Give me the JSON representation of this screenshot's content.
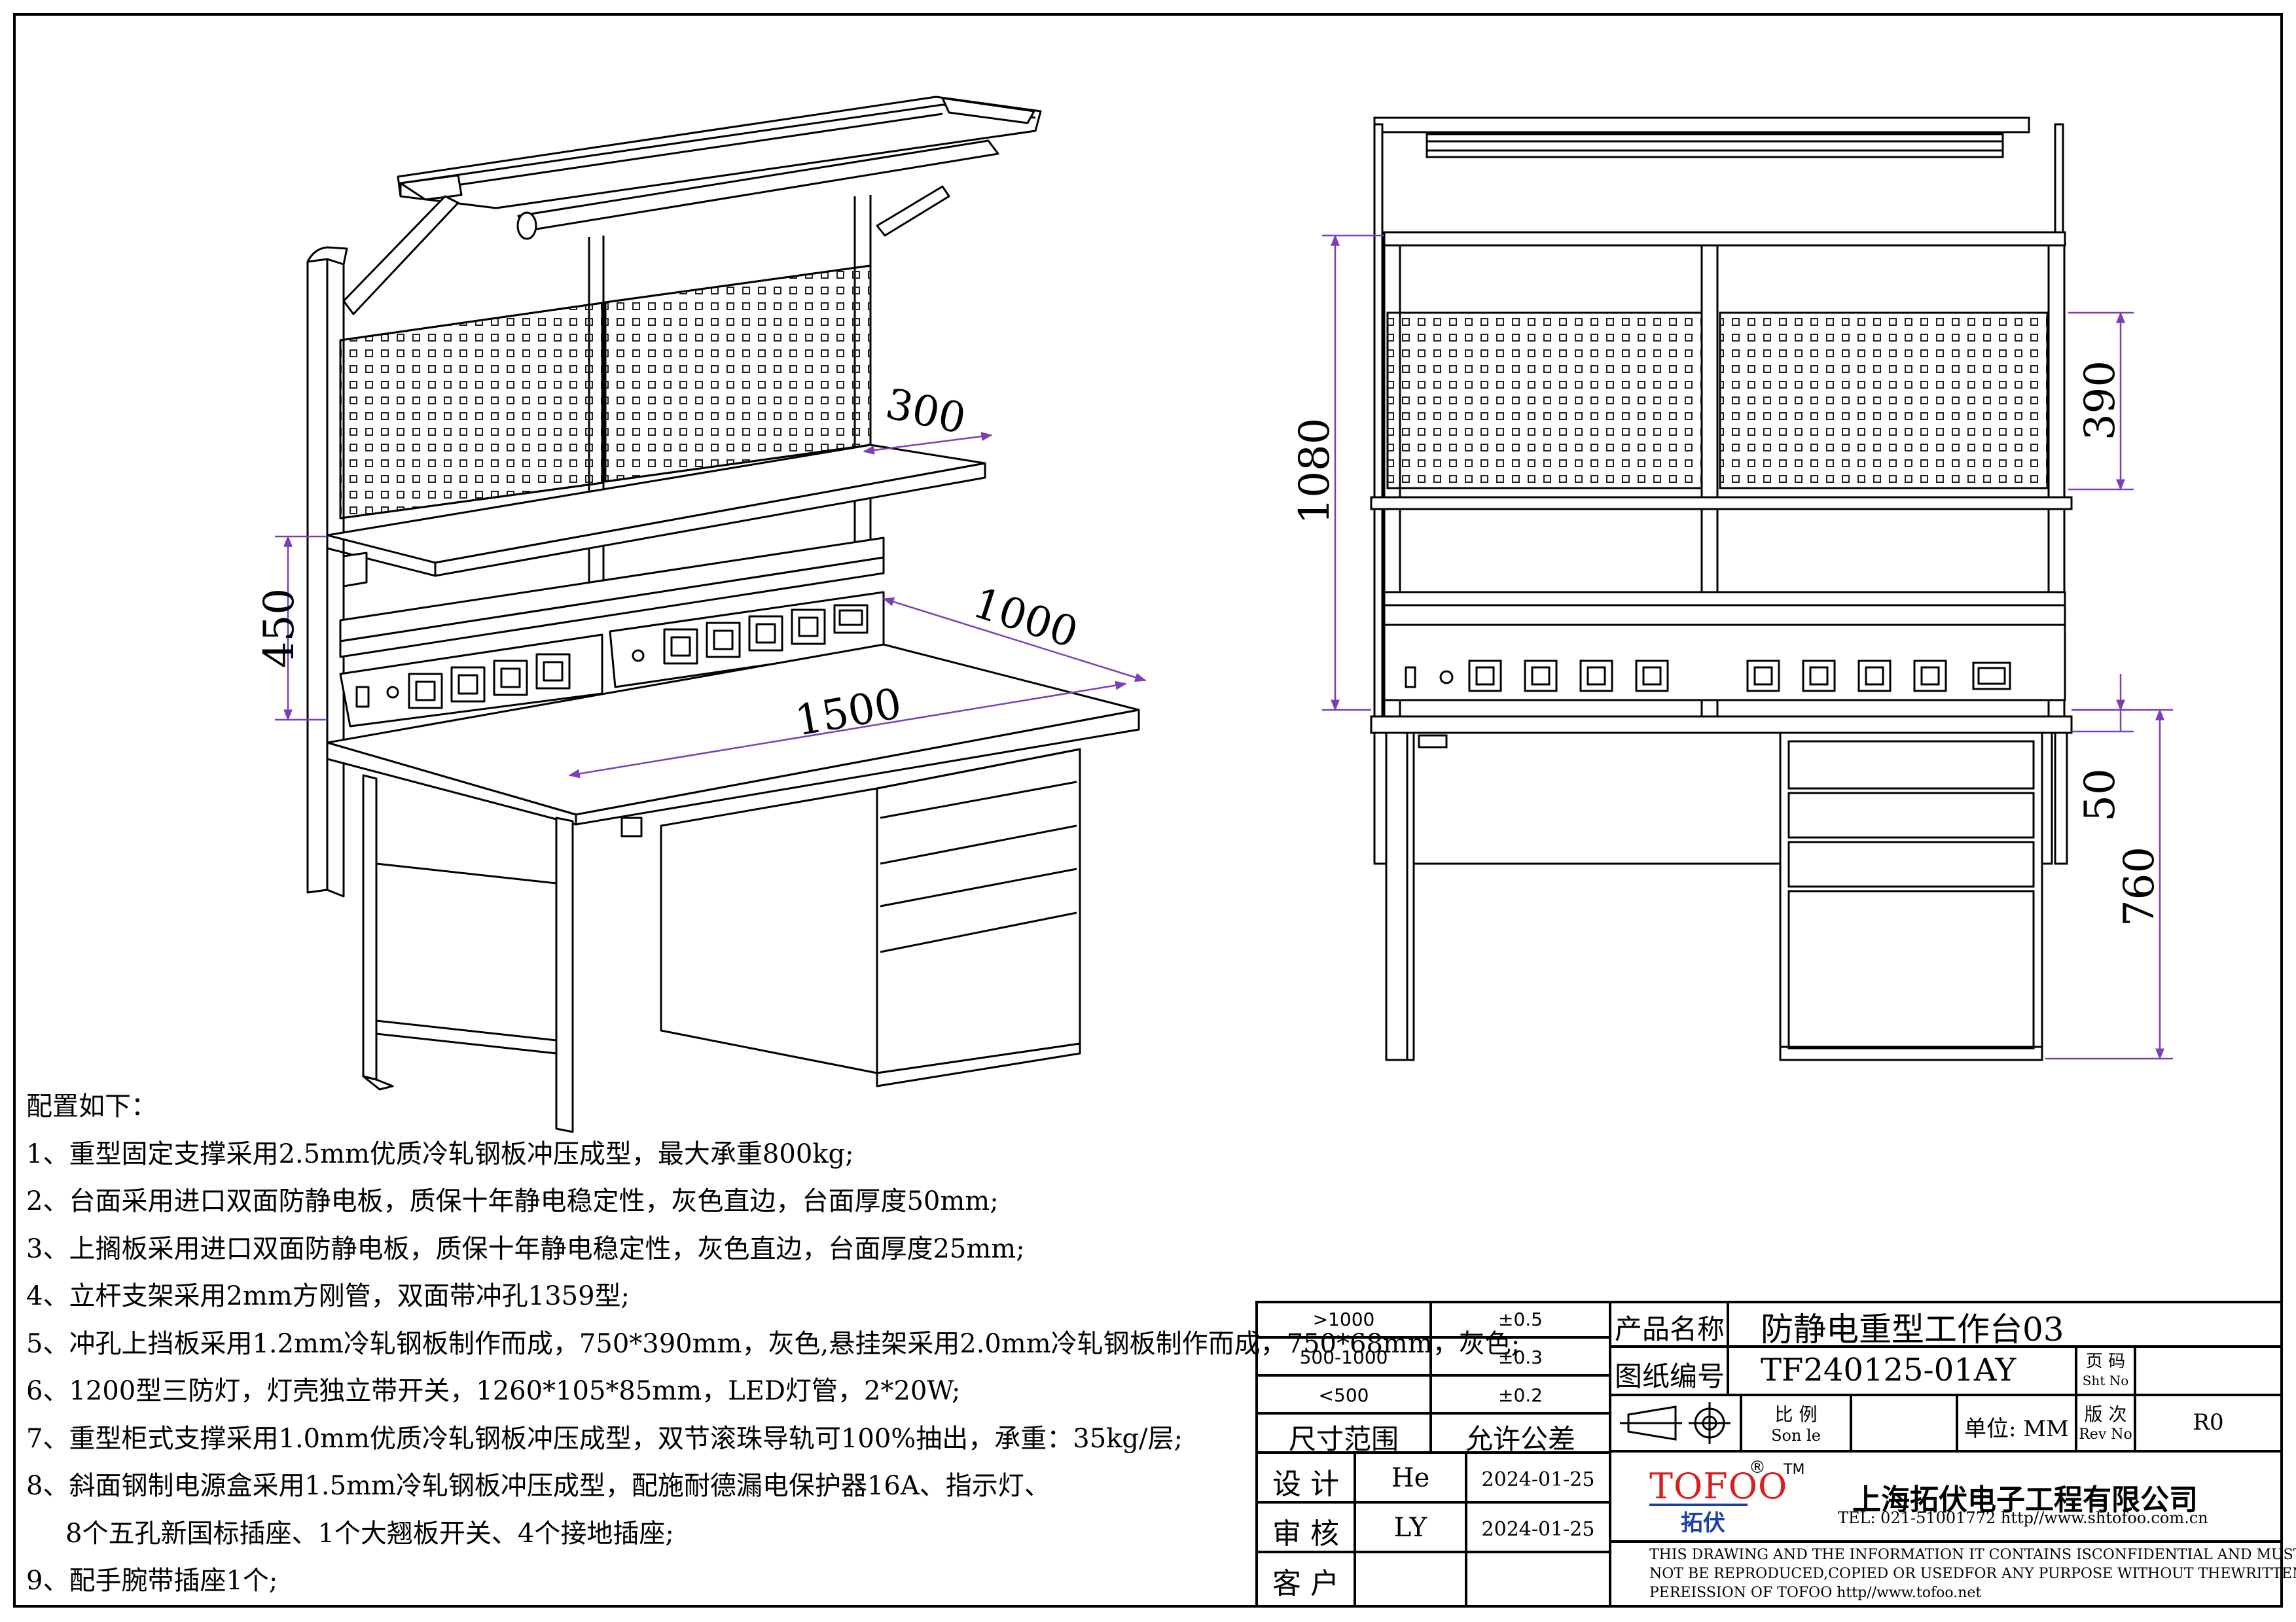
{
  "iso_view": {
    "dims": {
      "d300": "300",
      "d450": "450",
      "d1000": "1000",
      "d1500": "1500"
    }
  },
  "front_view": {
    "dims": {
      "d1080": "1080",
      "d390": "390",
      "d50": "50",
      "d760": "760"
    }
  },
  "notes": {
    "heading": "配置如下：",
    "items": [
      "1、重型固定支撑采用2.5mm优质冷轧钢板冲压成型，最大承重800kg;",
      "2、台面采用进口双面防静电板，质保十年静电稳定性，灰色直边，台面厚度50mm;",
      "3、上搁板采用进口双面防静电板，质保十年静电稳定性，灰色直边，台面厚度25mm;",
      "4、立杆支架采用2mm方刚管，双面带冲孔1359型;",
      "5、冲孔上挡板采用1.2mm冷轧钢板制作而成，750*390mm，灰色,悬挂架采用2.0mm冷轧钢板制作而成，750*68mm，灰色;",
      "6、1200型三防灯，灯壳独立带开关，1260*105*85mm，LED灯管，2*20W;",
      "7、重型柜式支撑采用1.0mm优质冷轧钢板冲压成型，双节滚珠导轨可100%抽出，承重：35kg/层;",
      "8、斜面钢制电源盒采用1.5mm冷轧钢板冲压成型，配施耐德漏电保护器16A、指示灯、",
      "8个五孔新国标插座、1个大翘板开关、4个接地插座;",
      "9、配手腕带插座1个;"
    ]
  },
  "title_block": {
    "tolerance": {
      "rows": [
        {
          "range": ">1000",
          "tol": "±0.5"
        },
        {
          "range": "500-1000",
          "tol": "±0.3"
        },
        {
          "range": "<500",
          "tol": "±0.2"
        }
      ],
      "range_header": "尺寸范围",
      "tol_header": "允许公差"
    },
    "signoff": [
      {
        "role": "设 计",
        "name": "He",
        "date": "2024-01-25"
      },
      {
        "role": "审 核",
        "name": "LY",
        "date": "2024-01-25"
      },
      {
        "role": "客 户",
        "name": "",
        "date": ""
      }
    ],
    "product_name_label": "产品名称",
    "product_name": "防静电重型工作台03",
    "drawing_no_label": "图纸编号",
    "drawing_no": "TF240125-01AY",
    "page_cn": "页  码",
    "page_en": "Sht  No",
    "scale_cn": "比    例",
    "scale_en": "Son le",
    "unit_text": "单位: MM",
    "rev_cn": "版    次",
    "rev_en": "Rev  No",
    "rev_value": "R0",
    "logo_text": "TOFOO",
    "logo_reg": "®",
    "logo_tm": "TM",
    "logo_cn": "拓伏",
    "company_name": "上海拓伏电子工程有限公司",
    "contact": "TEL: 021-51001772   http//www.shtofoo.com.cn",
    "disclaimer": [
      "THIS DRAWING AND THE INFORMATION IT CONTAINS ISCONFIDENTIAL AND MUST",
      "NOT BE REPRODUCED,COPIED OR USEDFOR ANY PURPOSE WITHOUT THEWRITTEN",
      "PEREISSION OF TOFOO  http//www.tofoo.net"
    ],
    "colors": {
      "dimension": "#7a3fb8",
      "logo_red": "#d81e1e",
      "logo_blue": "#1e3fa8"
    }
  }
}
